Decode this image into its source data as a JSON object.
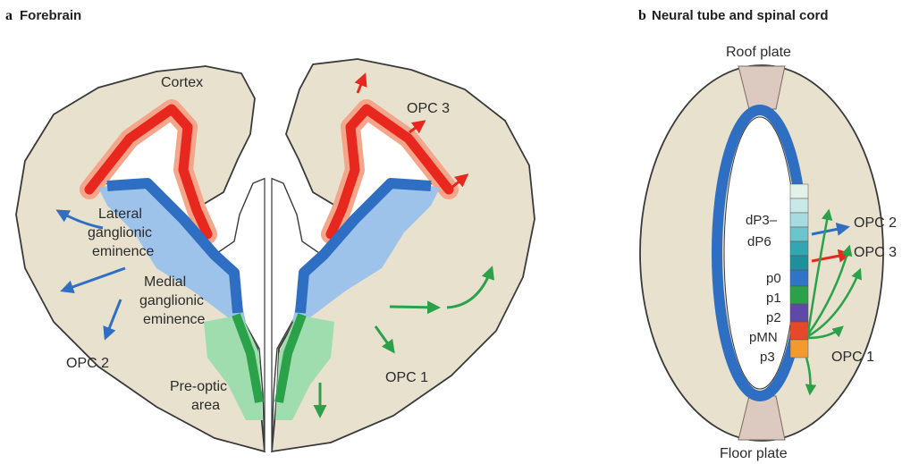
{
  "panels": {
    "a": {
      "letter": "a",
      "title": "Forebrain"
    },
    "b": {
      "letter": "b",
      "title": "Neural tube and spinal cord"
    }
  },
  "forebrain_labels": {
    "cortex": "Cortex",
    "opc3": "OPC 3",
    "lge_line1": "Lateral",
    "lge_line2": "ganglionic",
    "lge_line3": "eminence",
    "mge_line1": "Medial",
    "mge_line2": "ganglionic",
    "mge_line3": "eminence",
    "opc2": "OPC 2",
    "opc1": "OPC 1",
    "poa_line1": "Pre-optic",
    "poa_line2": "area"
  },
  "spinal_labels": {
    "roof_plate": "Roof plate",
    "floor_plate": "Floor plate",
    "dp3_line1": "dP3–",
    "dp3_line2": "dP6",
    "p0": "p0",
    "p1": "p1",
    "p2": "p2",
    "pmn": "pMN",
    "p3": "p3",
    "opc2": "OPC 2",
    "opc3": "OPC 3",
    "opc1": "OPC 1"
  },
  "colors": {
    "tissue": "#e7e1ce",
    "red_domain": "#e8281e",
    "blue_domain": "#2e6fc4",
    "light_blue_domain": "#9ec3ea",
    "green_domain": "#2ba24a",
    "light_green_domain": "#9fdcae",
    "plate": "#dccac0"
  }
}
